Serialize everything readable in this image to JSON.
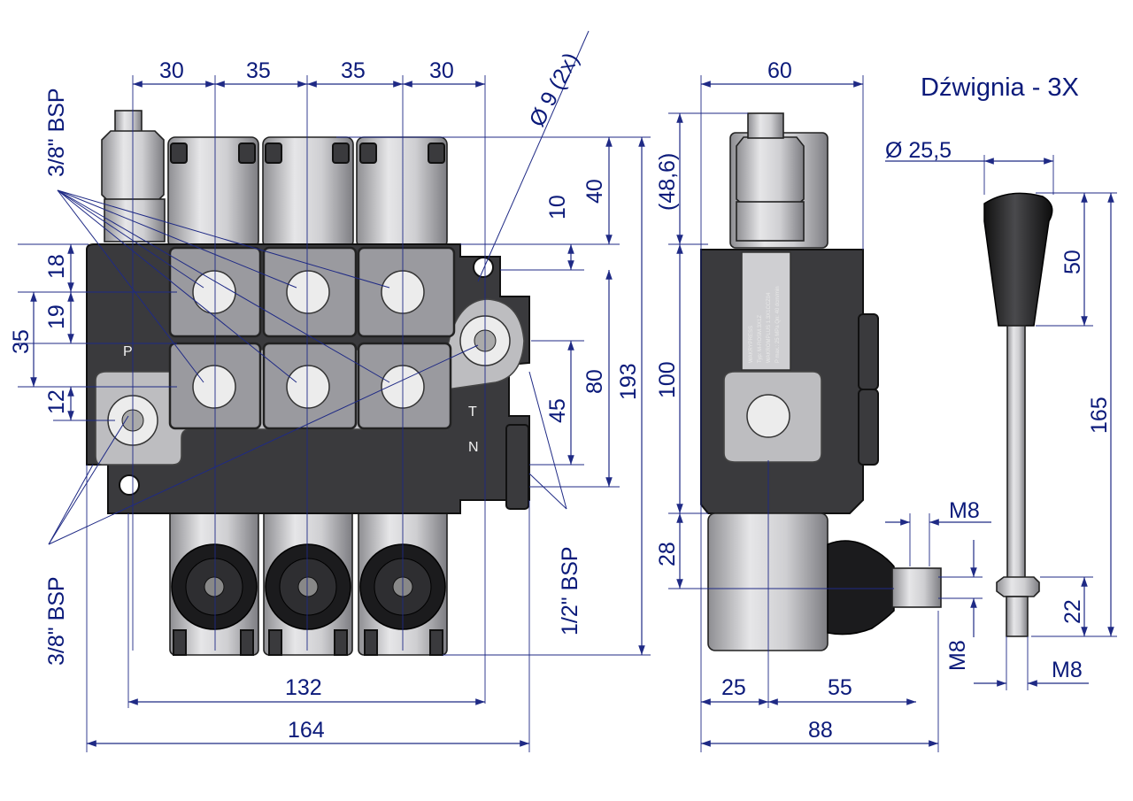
{
  "title": "Dźwignia - 3X",
  "front_view": {
    "top_dims": [
      "30",
      "35",
      "35",
      "30"
    ],
    "hole_label": "Ø 9  (2x)",
    "thread_top": "3/8\" BSP",
    "thread_bottom": "3/8\" BSP",
    "thread_right": "1/2\" BSP",
    "left_dims": [
      "18",
      "19",
      "35",
      "12"
    ],
    "right_dims": [
      "10",
      "40",
      "45",
      "80",
      "193"
    ],
    "bottom_dims": [
      "132",
      "164"
    ],
    "port_p": "P",
    "port_t": "T",
    "port_n": "N"
  },
  "side_view": {
    "width_top": "60",
    "offset_top": "(48,6)",
    "height_body": "100",
    "height_lower": "28",
    "m8_right": "M8",
    "m8_vertical": "M8",
    "bottom_left": "25",
    "bottom_right": "55",
    "bottom_total": "88",
    "plate_lines": [
      "WAKRYPRESS",
      "Typ: M-ROSM.3X1Z",
      "WAKROMPLUS 1.3X1CCZ04",
      "P max.: 25 MPa   Qn: 40 dcm/min"
    ]
  },
  "lever_view": {
    "knob_diameter": "Ø 25,5",
    "knob_height": "50",
    "rod_length": "165",
    "thread_length": "22",
    "thread_size": "M8"
  }
}
